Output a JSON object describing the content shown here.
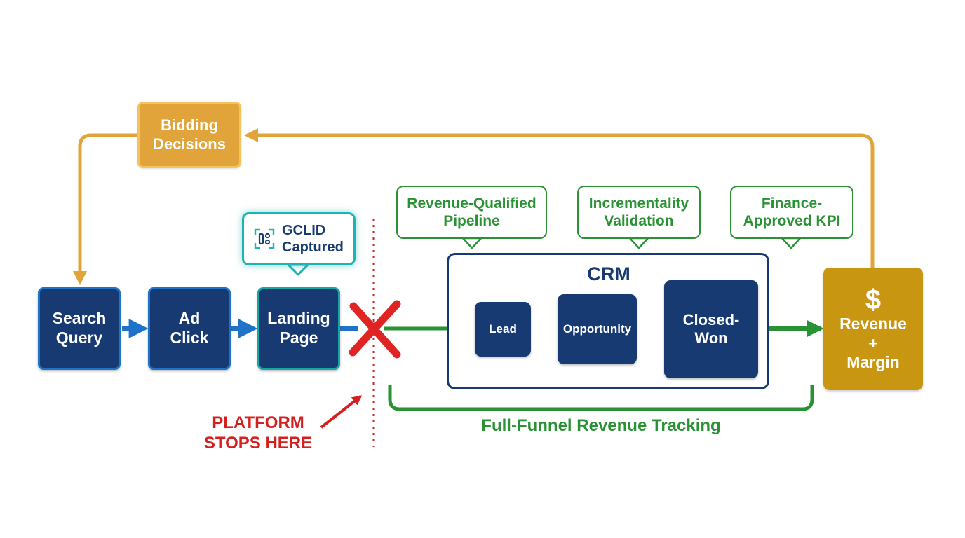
{
  "colors": {
    "navy": "#173a72",
    "blue_border": "#1e73c9",
    "teal": "#1fb3b3",
    "gold_line": "#e0a43a",
    "gold_box": "#c99612",
    "green": "#2a9234",
    "red": "#d62020"
  },
  "icons": {
    "gclid": "scan-code-icon",
    "cross": "red-x-icon",
    "money": "dollar-icon"
  },
  "feedback": {
    "bidding": "Bidding\nDecisions"
  },
  "platform_steps": {
    "search_query": "Search\nQuery",
    "ad_click": "Ad\nClick",
    "landing_page": "Landing\nPage"
  },
  "gclid_callout": "GCLID\nCaptured",
  "crm": {
    "title": "CRM",
    "lead": "Lead",
    "opportunity": "Opportunity",
    "closed_won": "Closed-\nWon"
  },
  "revenue": {
    "symbol": "$",
    "label": "Revenue\n+\nMargin"
  },
  "callouts": {
    "pipeline": "Revenue-Qualified\nPipeline",
    "incrementality": "Incrementality\nValidation",
    "kpi": "Finance-\nApproved KPI"
  },
  "annotations": {
    "platform_stops": "PLATFORM\nSTOPS HERE",
    "tracking": "Full-Funnel Revenue Tracking"
  }
}
